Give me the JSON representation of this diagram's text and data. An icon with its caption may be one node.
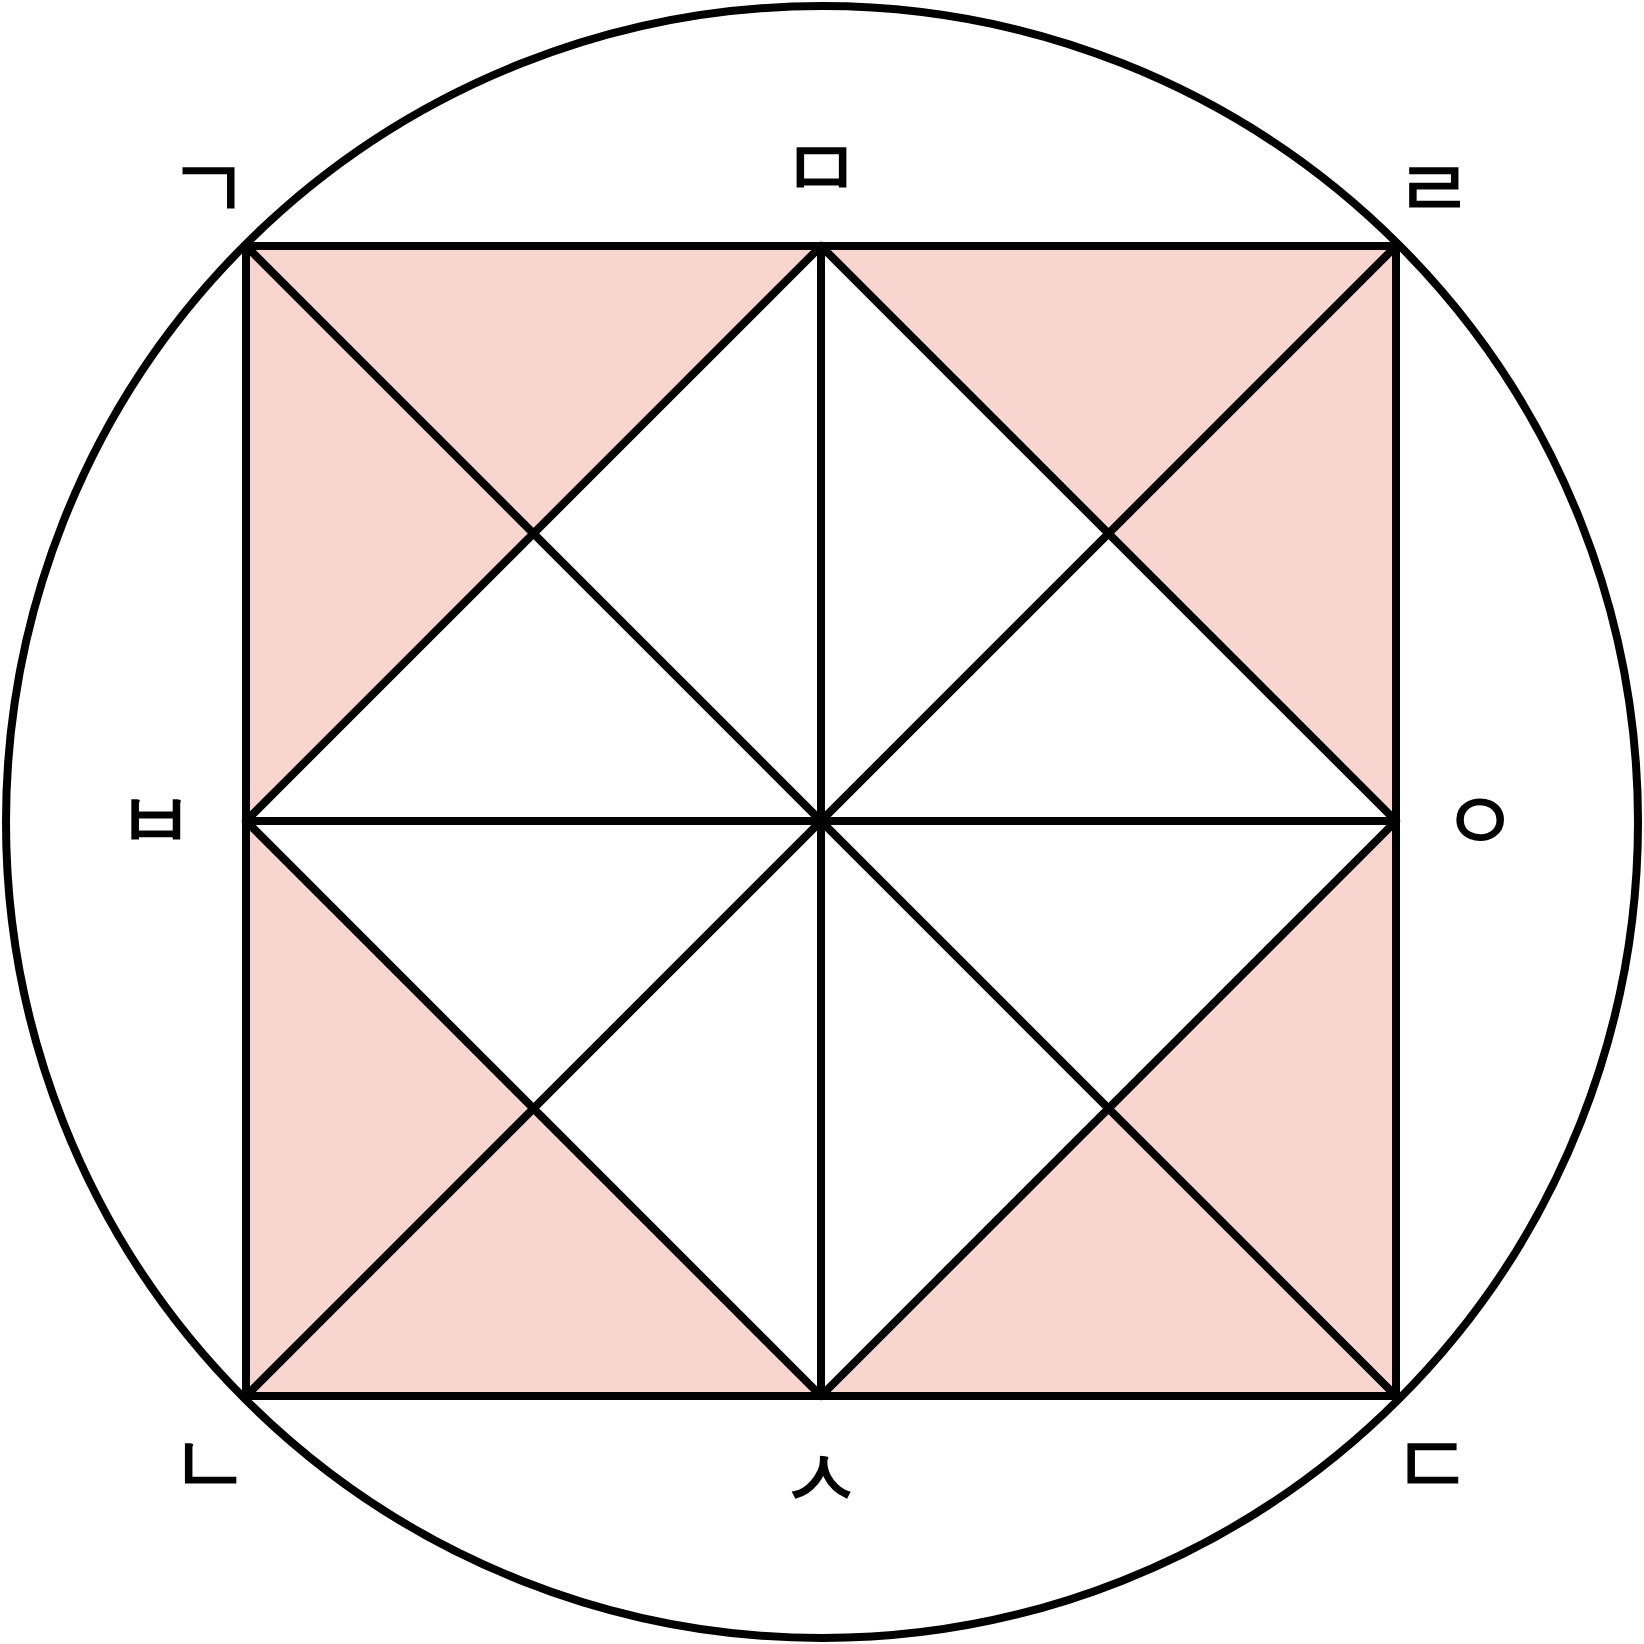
{
  "diagram": {
    "labels": [
      "ㄱ",
      "ㅁ",
      "ㄹ",
      "ㅂ",
      "ㅇ",
      "ㄴ",
      "ㅅ",
      "ㄷ"
    ]
  }
}
